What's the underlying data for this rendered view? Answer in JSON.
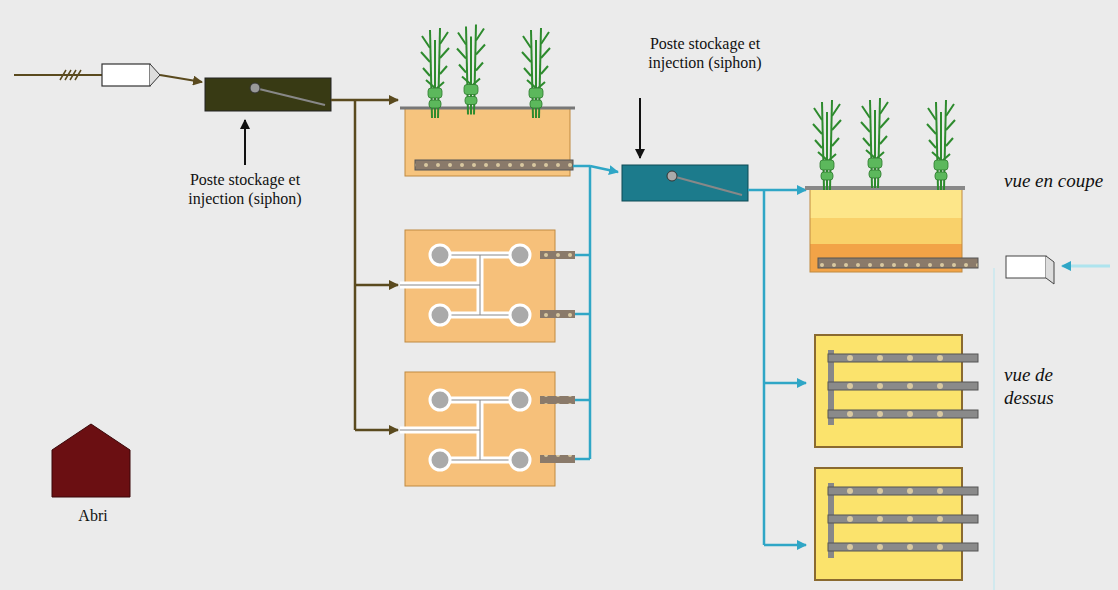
{
  "diagram": {
    "labels": [
      "Poste stockage et injection (siphon)",
      "Poste stockage et injection (siphon)",
      "vue en coupe",
      "vue de dessus",
      "Abri"
    ]
  }
}
